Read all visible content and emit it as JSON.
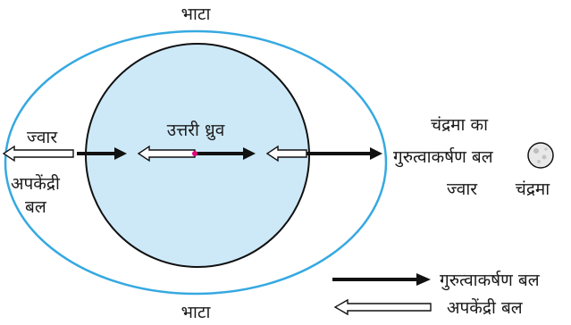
{
  "diagram": {
    "top_label": "भाटा",
    "bottom_label": "भाटा",
    "left_tide_label": "ज्वार",
    "left_force_label_1": "अपकेंद्री",
    "left_force_label_2": "बल",
    "center_label": "उत्तरी ध्रुव",
    "moon_force_label_1": "चंद्रमा का",
    "moon_force_label_2": "गुरुत्वाकर्षण बल",
    "right_tide_label": "ज्वार",
    "moon_label": "चंद्रमा"
  },
  "legend": {
    "gravity_label": "गुरुत्वाकर्षण बल",
    "centrifugal_label": "अपकेंद्री बल"
  },
  "colors": {
    "ocean_outline": "#36a9e1",
    "earth_fill": "#cde9f8",
    "earth_outline": "#111111",
    "arrow": "#111111",
    "center_dot": "#e0007a"
  }
}
